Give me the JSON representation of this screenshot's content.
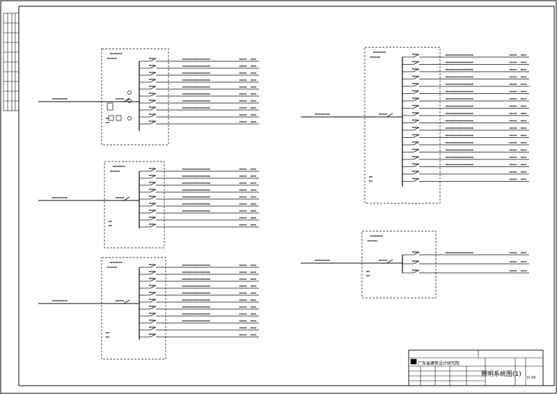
{
  "title_block": {
    "company": "广东省建筑设计研究院",
    "drawing_title": "照明系统图(1)",
    "drawing_number": "D-18"
  },
  "colors": {
    "line": "#000000",
    "background": "#ffffff"
  }
}
